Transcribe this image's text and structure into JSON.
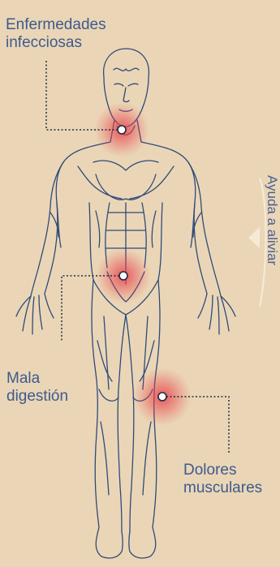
{
  "labels": {
    "infectious": "Enfermedades\ninfecciosas",
    "digestion": "Mala\ndigestión",
    "muscular": "Dolores\nmusculares"
  },
  "side_caption": "Ayuda a aliviar",
  "colors": {
    "background": "#ead6b6",
    "outline": "#2f4a7a",
    "label_text": "#3e5a8f",
    "hotspot": "#e8414b",
    "leader_line": "#1e2a44"
  },
  "icons": {
    "body": "human-anatomy-figure",
    "hotspot": "pain-point-marker"
  }
}
